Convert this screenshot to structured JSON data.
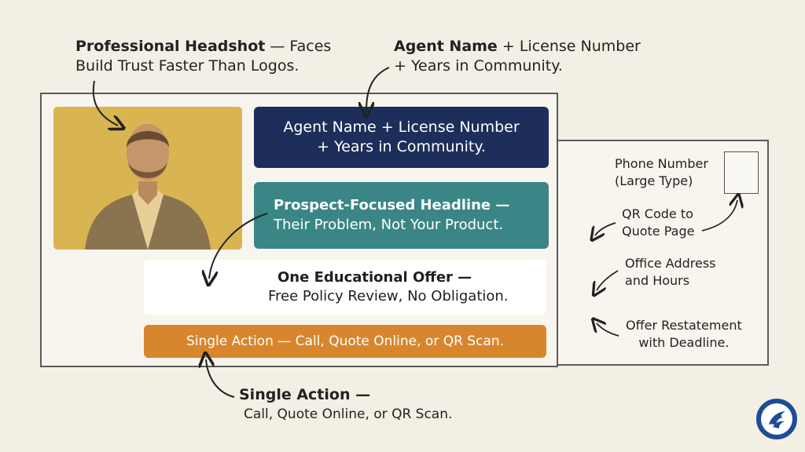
{
  "callouts": {
    "headshot": {
      "bold": "Professional Headshot",
      "rest_line1": " — Faces",
      "line2": "Build Trust Faster Than Logos."
    },
    "agent": {
      "bold": "Agent Name",
      "rest_line1": " + License Number",
      "line2": "+ Years in Community."
    },
    "action": {
      "line1": "Single Action —",
      "line2": "Call, Quote Online, or QR Scan."
    }
  },
  "front": {
    "navy": {
      "line1": "Agent Name + License Number",
      "line2": "+ Years in Community."
    },
    "teal": {
      "line1": "Prospect-Focused Headline —",
      "line2": "Their Problem, Not Your Product."
    },
    "white": {
      "line1": "One Educational Offer —",
      "line2": "Free Policy Review, No Obligation."
    },
    "orange": {
      "label": "Single Action — Call, Quote Online, or QR Scan."
    }
  },
  "back": {
    "phone": {
      "line1": "Phone Number",
      "line2": "(Large Type)"
    },
    "qr": {
      "line1": "QR Code to",
      "line2": "Quote Page"
    },
    "office": {
      "line1": "Office Address",
      "line2": "and Hours"
    },
    "offer": {
      "line1": "Offer Restatement",
      "line2": "with Deadline."
    }
  },
  "colors": {
    "background": "#f3efe4",
    "navy": "#1d2e5a",
    "teal": "#3a8585",
    "orange": "#d8862d",
    "photo": "#d9b552",
    "logo": "#1f4c96"
  },
  "icons": {
    "logo": "griffin-logo-icon"
  }
}
